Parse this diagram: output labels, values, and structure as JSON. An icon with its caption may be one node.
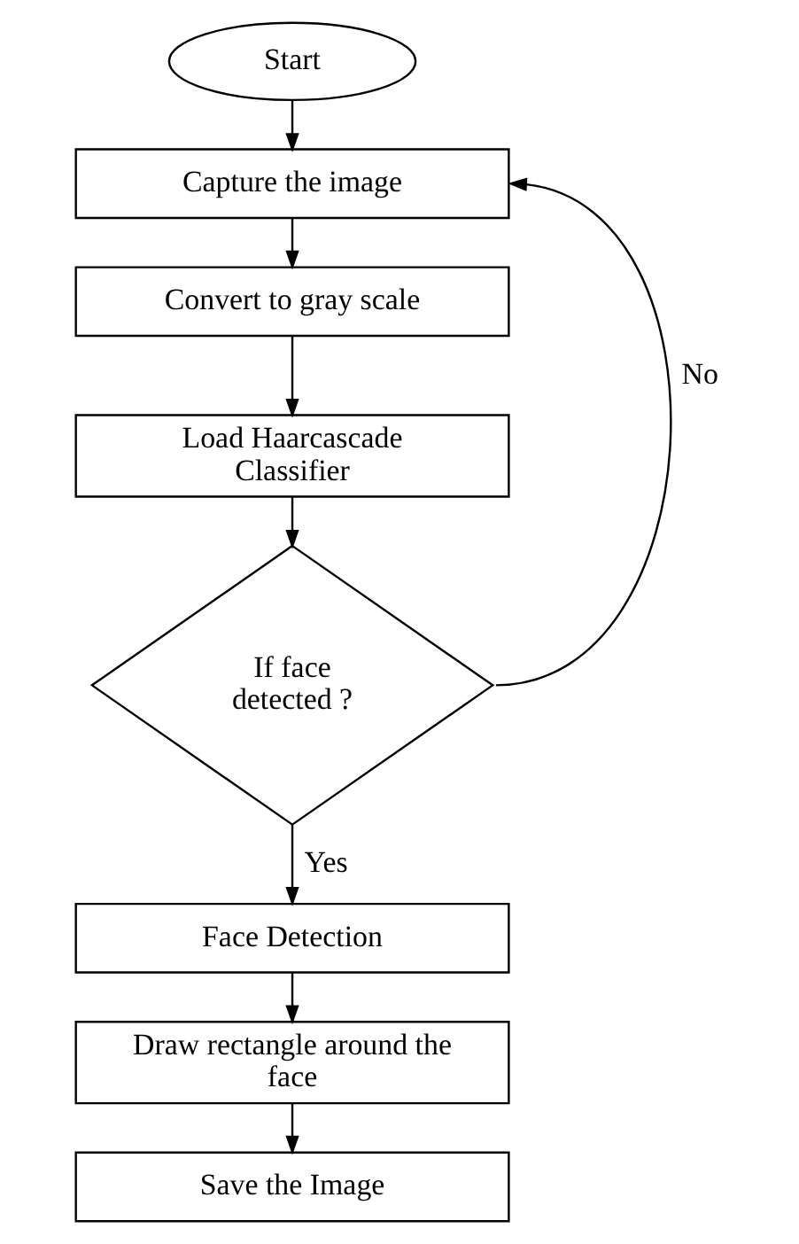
{
  "diagram": {
    "nodes": [
      {
        "text": [
          "Start"
        ]
      },
      {
        "text": [
          "Capture the image"
        ]
      },
      {
        "text": [
          "Convert to gray scale"
        ]
      },
      {
        "text": [
          "Load Haarcascade Classifier"
        ]
      },
      {
        "text": [
          "If face detected ?"
        ]
      },
      {
        "text": [
          "Face Detection"
        ]
      },
      {
        "text": [
          "Draw rectangle around the face"
        ]
      },
      {
        "text": [
          "Save the Image"
        ]
      }
    ],
    "edges": [
      {
        "from": 0,
        "to": 1,
        "arrow": "to"
      },
      {
        "from": 1,
        "to": 2,
        "arrow": "to"
      },
      {
        "from": 2,
        "to": 3,
        "arrow": "to"
      },
      {
        "from": 3,
        "to": 4,
        "arrow": "to"
      },
      {
        "from": 4,
        "to": 5,
        "arrow": "to",
        "label": "Yes"
      },
      {
        "from": 4,
        "to": 1,
        "arrow": "to",
        "label": "No"
      },
      {
        "from": 5,
        "to": 6,
        "arrow": "to"
      },
      {
        "from": 6,
        "to": 7,
        "arrow": "to"
      }
    ]
  }
}
